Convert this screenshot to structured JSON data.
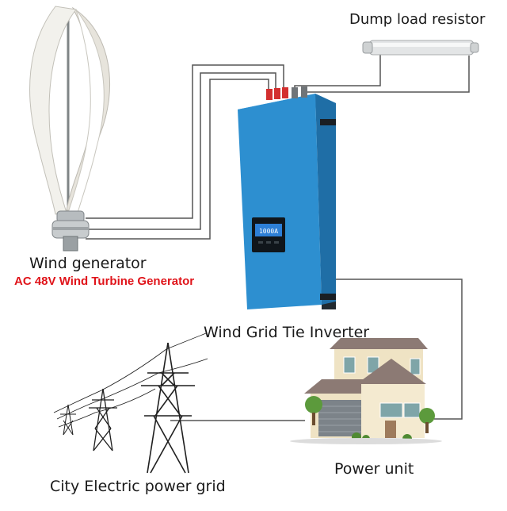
{
  "labels": {
    "dump_load": "Dump load resistor",
    "wind_generator": "Wind generator",
    "turbine_spec": "AC 48V Wind Turbine Generator",
    "inverter": "Wind Grid Tie Inverter",
    "power_unit": "Power unit",
    "grid": "City Electric power grid"
  },
  "lcd": {
    "reading": "1000A"
  },
  "colors": {
    "inverter_blue": "#2d8fd0",
    "spec_red": "#e0141a",
    "wire": "#555555"
  }
}
